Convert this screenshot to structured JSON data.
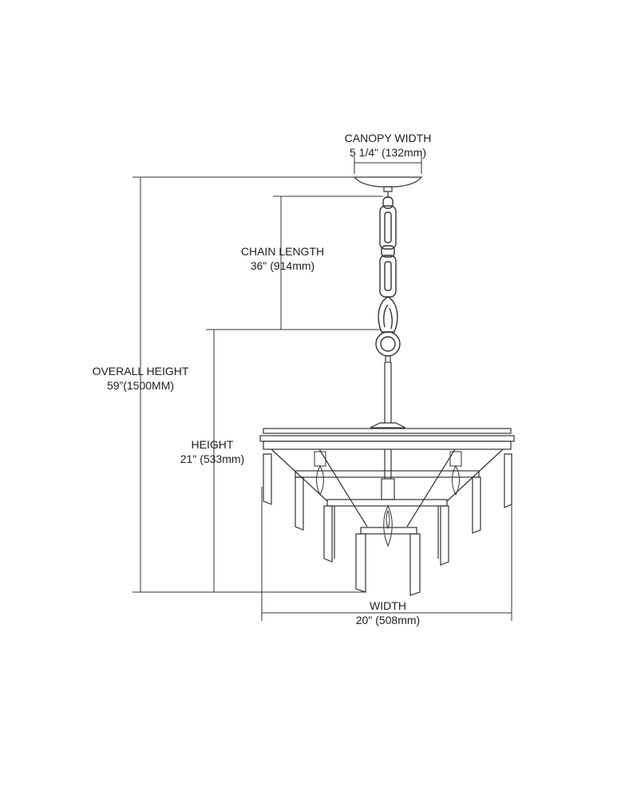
{
  "dimensions": {
    "canopy_width": {
      "label": "CANOPY WIDTH",
      "value": "5 1/4\" (132mm)"
    },
    "chain_length": {
      "label": "CHAIN LENGTH",
      "value": "36\" (914mm)"
    },
    "overall_height": {
      "label": "OVERALL HEIGHT",
      "value": "59”(1500MM)"
    },
    "height": {
      "label": "HEIGHT",
      "value": "21\" (533mm)"
    },
    "width": {
      "label": "WIDTH",
      "value": "20\" (508mm)"
    }
  }
}
